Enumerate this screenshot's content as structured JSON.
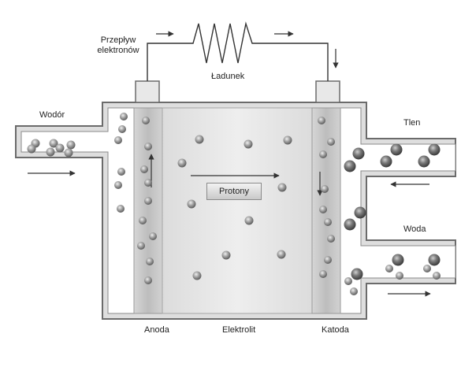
{
  "labels": {
    "electron_flow": "Przepływ\nelektronów",
    "load": "Ładunek",
    "hydrogen": "Wodór",
    "oxygen": "Tlen",
    "water": "Woda",
    "protons": "Protony",
    "anode": "Anoda",
    "electrolyte": "Elektrolit",
    "cathode": "Katoda"
  },
  "colors": {
    "housing_fill": "#d9d9d9",
    "housing_stroke": "#6b6b6b",
    "electrode": "#c8c8c8",
    "electrolyte": "#e6e6e6",
    "wire": "#333333",
    "particle": "#8c8c8c"
  }
}
